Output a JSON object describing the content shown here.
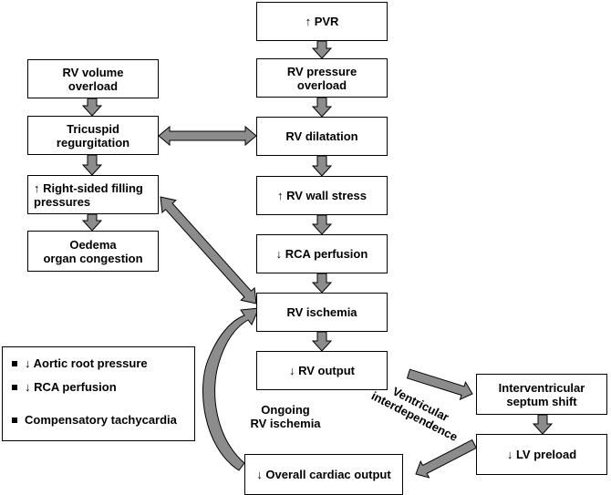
{
  "nodes": {
    "pvr": "↑ PVR",
    "rv_pressure_overload": "RV pressure\noverload",
    "rv_volume_overload": "RV volume\noverload",
    "tricuspid_regurgitation": "Tricuspid\nregurgitation",
    "rv_dilatation": "RV dilatation",
    "right_sided_filling": "↑ Right-sided filling\npressures",
    "rv_wall_stress": "↑ RV wall stress",
    "oedema": "Oedema\norgan congestion",
    "rca_perfusion": "↓ RCA perfusion",
    "rv_ischemia": "RV ischemia",
    "rv_output": "↓ RV output",
    "septum_shift": "Interventricular\nseptum shift",
    "lv_preload": "↓ LV preload",
    "overall_cardiac_output": "↓ Overall cardiac output"
  },
  "side_panel": {
    "items": [
      "↓ Aortic root pressure",
      "↓ RCA perfusion",
      "Compensatory tachycardia"
    ]
  },
  "edge_labels": {
    "ongoing_ischemia": "Ongoing\nRV ischemia",
    "ventricular_interdependence": "Ventricular\ninterdependence"
  },
  "colors": {
    "arrow_fill": "#8c8c8c",
    "arrow_stroke": "#000000",
    "box_border": "#000000"
  }
}
